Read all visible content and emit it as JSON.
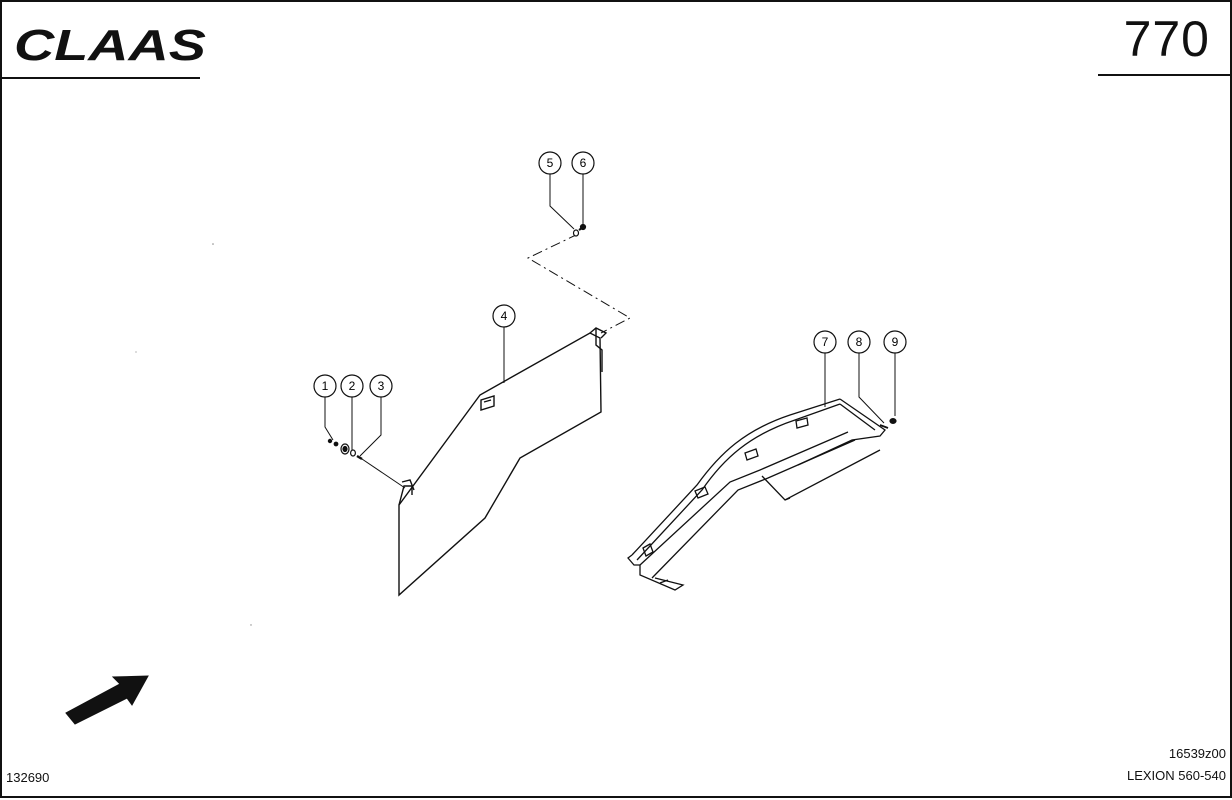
{
  "header": {
    "brand_logo": "CLAAS",
    "page_number": "770"
  },
  "callouts": [
    {
      "label": "1"
    },
    {
      "label": "2"
    },
    {
      "label": "3"
    },
    {
      "label": "4"
    },
    {
      "label": "5"
    },
    {
      "label": "6"
    },
    {
      "label": "7"
    },
    {
      "label": "8"
    },
    {
      "label": "9"
    }
  ],
  "footer": {
    "drawing_id": "132690",
    "ref_code": "16539z00",
    "model": "LEXION 560-540"
  },
  "icons": {
    "direction_arrow": "direction-arrow-icon"
  }
}
